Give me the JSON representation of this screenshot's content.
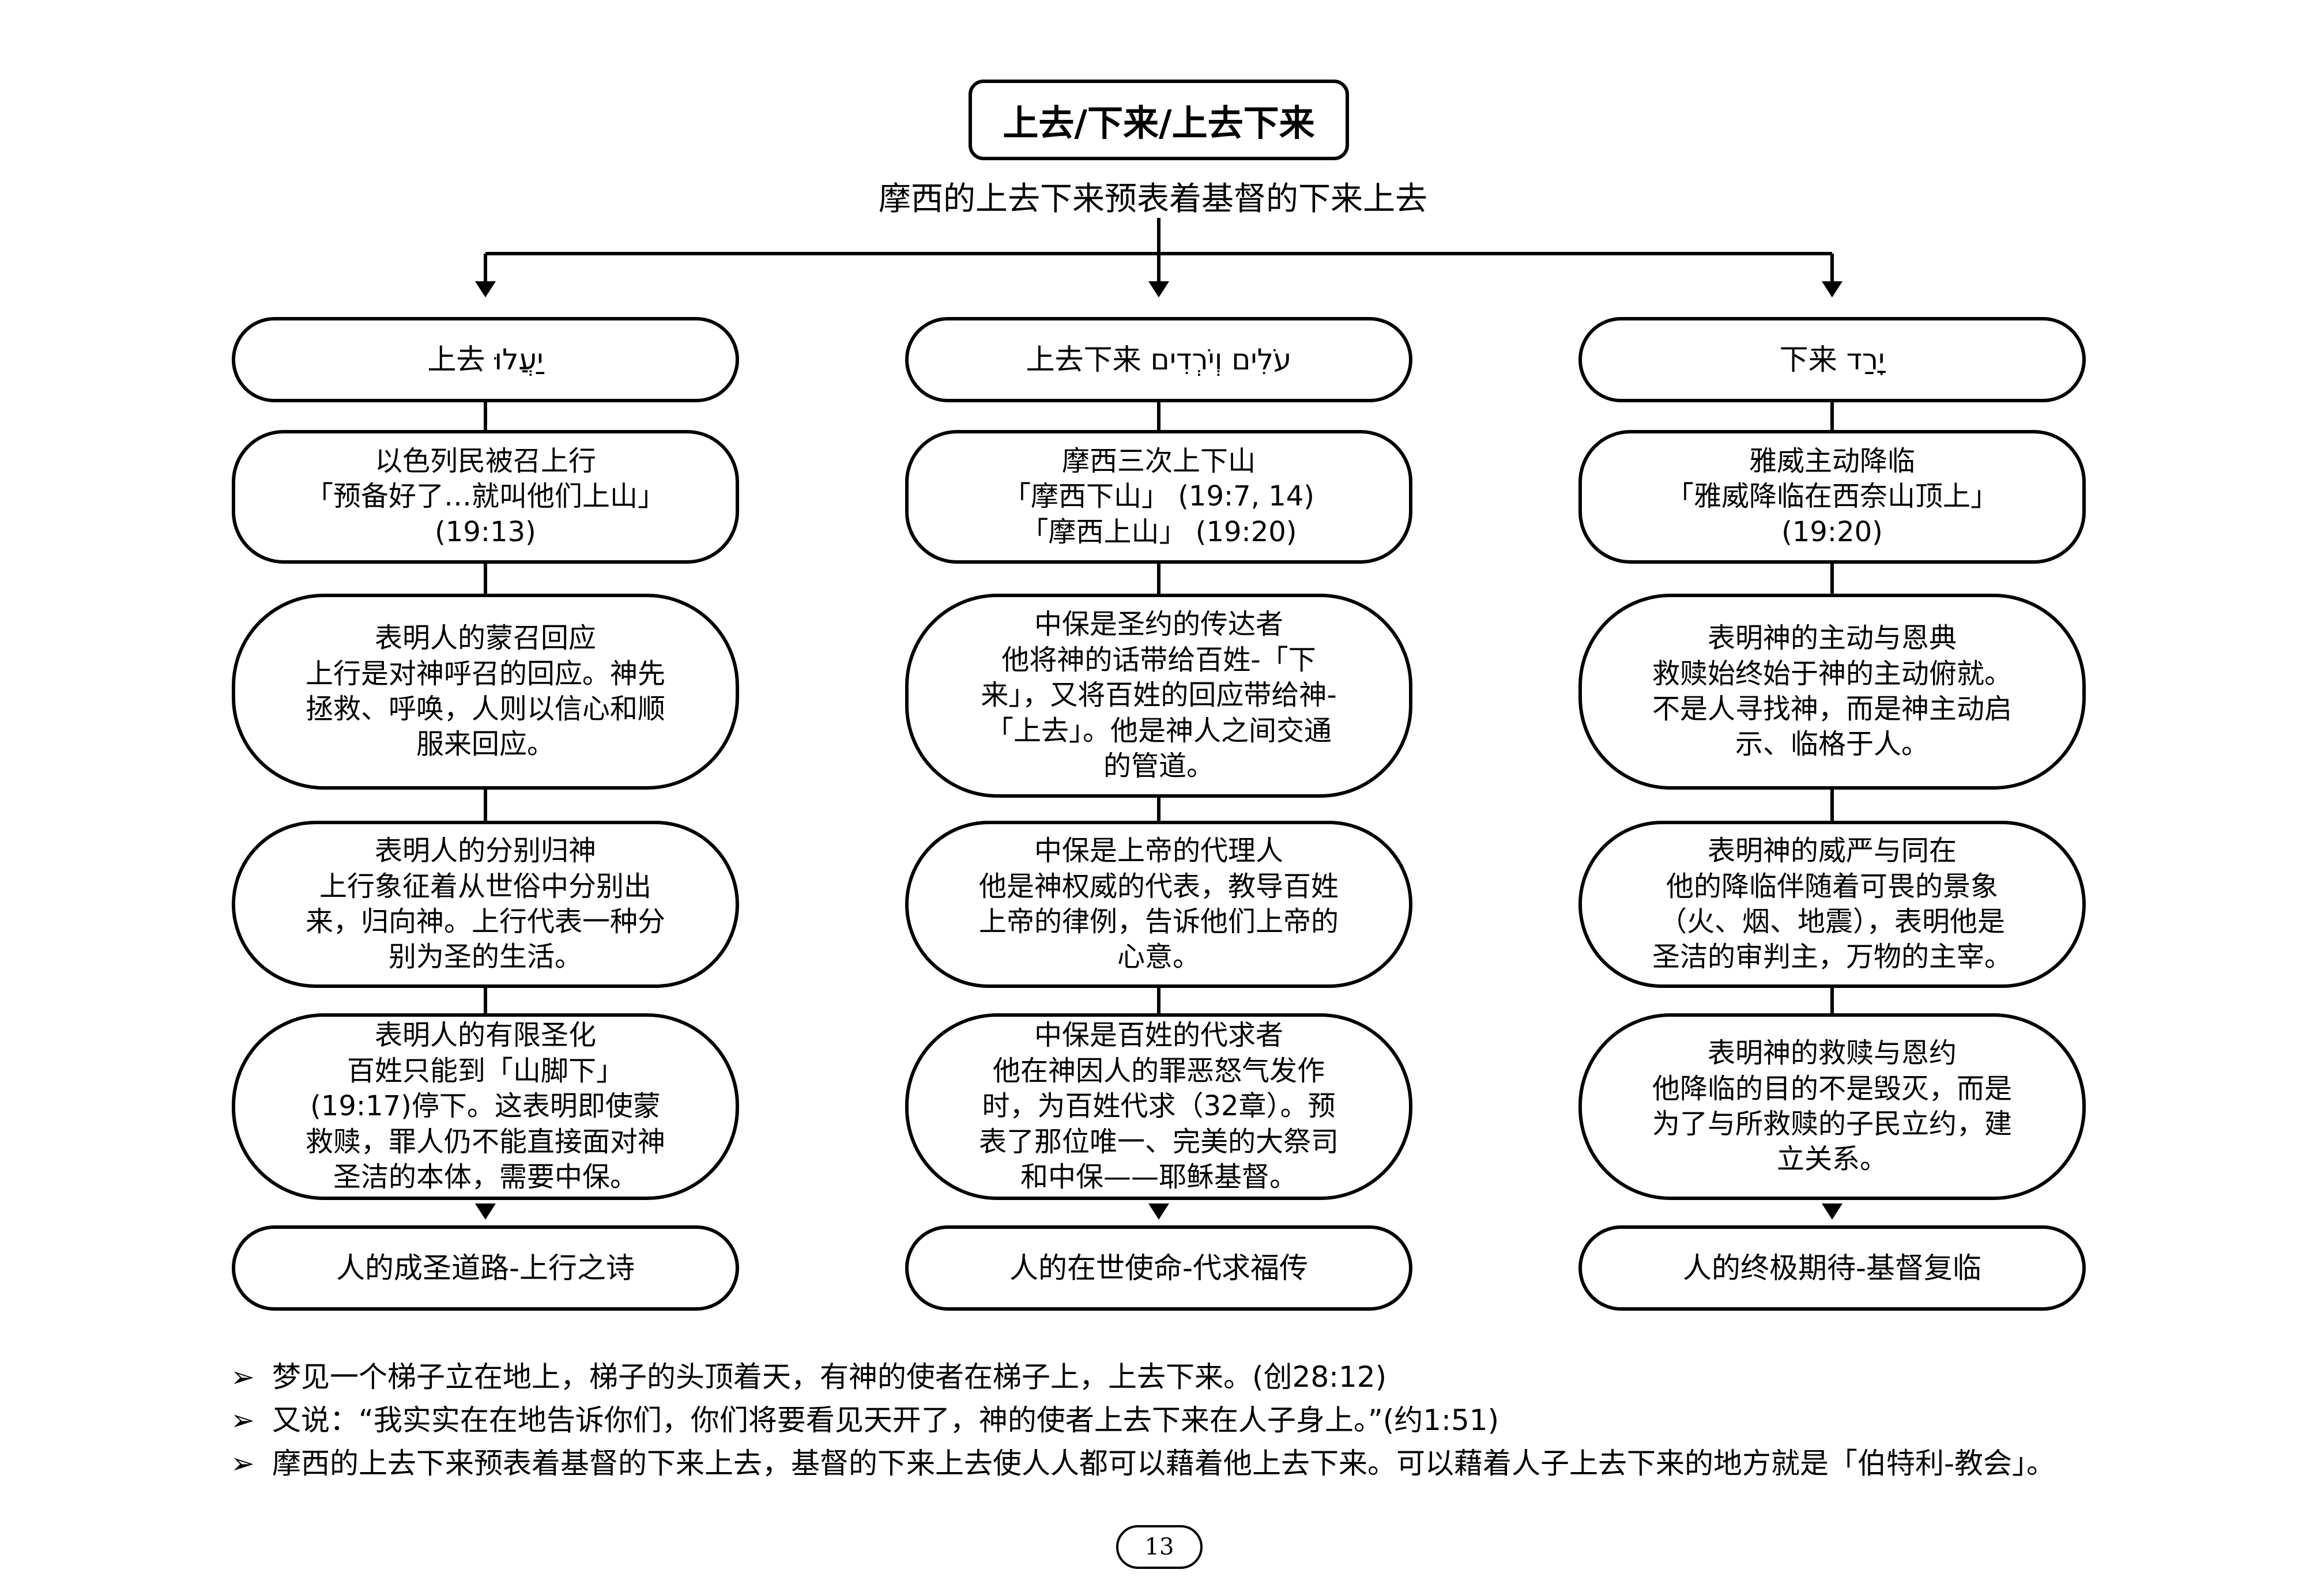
{
  "title": "上去/下来/上去下来",
  "subtitle": "摩西的上去下来预表着基督的下来上去",
  "columns": [
    {
      "header": {
        "label": "上去",
        "hebrew": "יַעֲלוּ"
      },
      "ref": [
        "以色列民被召上行",
        "「预备好了…就叫他们上山」",
        "(19:13)"
      ],
      "points": [
        [
          "表明人的蒙召回应",
          "上行是对神呼召的回应。神先",
          "拯救、呼唤，人则以信心和顺",
          "服来回应。"
        ],
        [
          "表明人的分别归神",
          "上行象征着从世俗中分别出",
          "来，归向神。上行代表一种分",
          "别为圣的生活。"
        ],
        [
          "表明人的有限圣化",
          "百姓只能到「山脚下」",
          "(19:17)停下。这表明即使蒙",
          "救赎，罪人仍不能直接面对神",
          "圣洁的本体，需要中保。"
        ]
      ],
      "conclusion": "人的成圣道路-上行之诗"
    },
    {
      "header": {
        "label": "上去下来",
        "hebrew": "עֹלִים וְיֹרְדִים"
      },
      "ref": [
        "摩西三次上下山",
        "「摩西下山」 (19:7, 14)",
        "「摩西上山」 (19:20)"
      ],
      "points": [
        [
          "中保是圣约的传达者",
          "他将神的话带给百姓-「下",
          "来」，又将百姓的回应带给神-",
          "「上去」。他是神人之间交通",
          "的管道。"
        ],
        [
          "中保是上帝的代理人",
          "他是神权威的代表，教导百姓",
          "上帝的律例，告诉他们上帝的",
          "心意。"
        ],
        [
          "中保是百姓的代求者",
          "他在神因人的罪恶怒气发作",
          "时，为百姓代求（32章）。预",
          "表了那位唯一、完美的大祭司",
          "和中保——耶稣基督。"
        ]
      ],
      "conclusion": "人的在世使命-代求福传"
    },
    {
      "header": {
        "label": "下来",
        "hebrew": "יָרַד"
      },
      "ref": [
        "雅威主动降临",
        "「雅威降临在西奈山顶上」",
        "(19:20)"
      ],
      "points": [
        [
          "表明神的主动与恩典",
          "救赎始终始于神的主动俯就。",
          "不是人寻找神，而是神主动启",
          "示、临格于人。"
        ],
        [
          "表明神的威严与同在",
          "他的降临伴随着可畏的景象",
          "（火、烟、地震），表明他是",
          "圣洁的审判主，万物的主宰。"
        ],
        [
          "表明神的救赎与恩约",
          "他降临的目的不是毁灭，而是",
          "为了与所救赎的子民立约，建",
          "立关系。"
        ]
      ],
      "conclusion": "人的终极期待-基督复临"
    }
  ],
  "bullets": [
    "梦见一个梯子立在地上，梯子的头顶着天，有神的使者在梯子上，上去下来。(创28:12)",
    "又说：“我实实在在地告诉你们，你们将要看见天开了，神的使者上去下来在人子身上。”(约1:51)",
    "摩西的上去下来预表着基督的下来上去，基督的下来上去使人人都可以藉着他上去下来。可以藉着人子上去下来的地方就是「伯特利-教会」。"
  ],
  "bullet_mark": "➢",
  "page_number": "13"
}
